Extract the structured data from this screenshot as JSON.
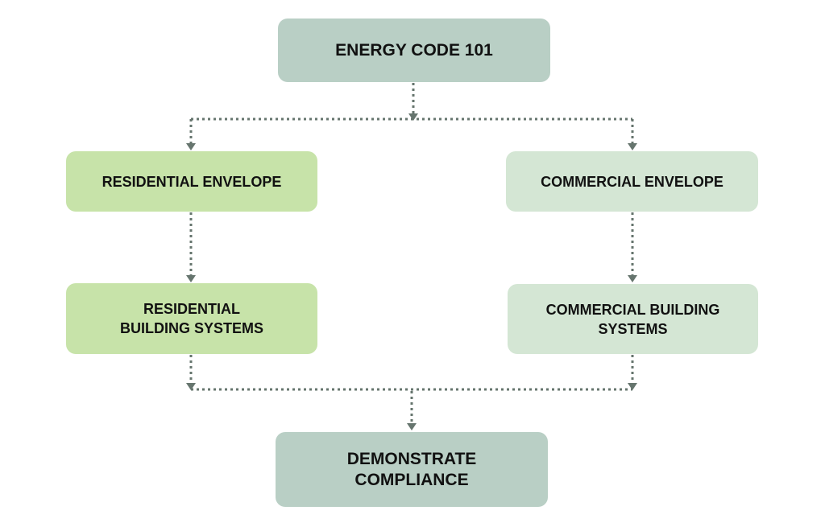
{
  "nodes": {
    "root": "ENERGY CODE 101",
    "residential_envelope": "RESIDENTIAL ENVELOPE",
    "commercial_envelope": "COMMERCIAL ENVELOPE",
    "residential_systems": "RESIDENTIAL\nBUILDING SYSTEMS",
    "commercial_systems": "COMMERCIAL BUILDING\nSYSTEMS",
    "demonstrate": "DEMONSTRATE\nCOMPLIANCE"
  },
  "colors": {
    "root": "#b9cfc5",
    "residential": "#c7e3a9",
    "commercial": "#d4e6d4",
    "connector": "#66756e"
  }
}
